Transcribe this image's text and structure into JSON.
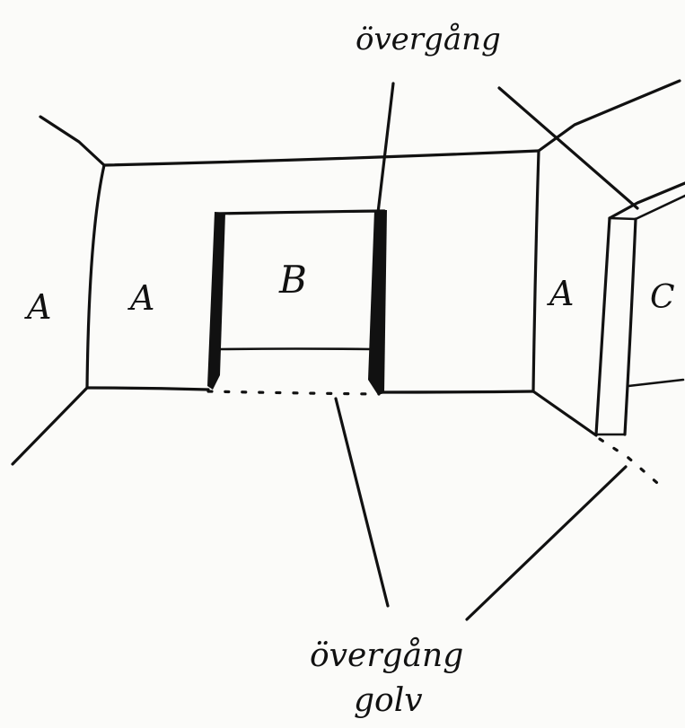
{
  "labels": {
    "wall_left": "A",
    "wall_center_left": "A",
    "opening": "B",
    "wall_right": "A",
    "side_room": "C",
    "top_annotation": "övergång",
    "bottom_annotation_line1": "övergång",
    "bottom_annotation_line2": "golv"
  }
}
